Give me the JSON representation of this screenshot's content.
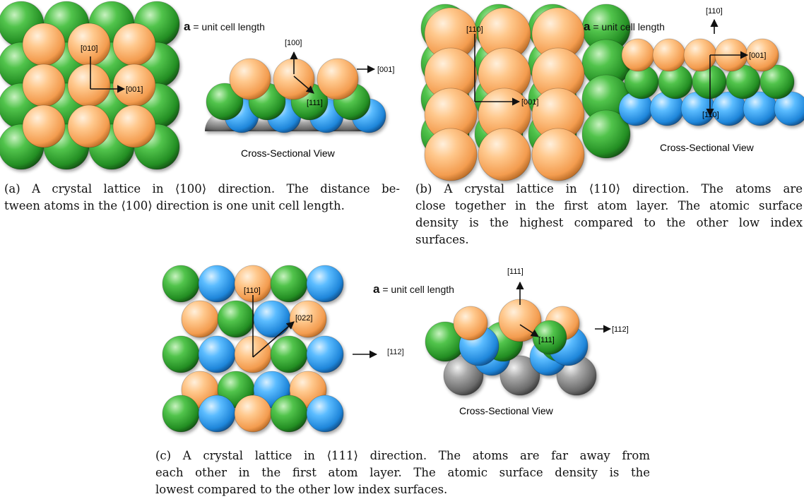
{
  "colors": {
    "orange": "#fbb26f",
    "green": "#2e9c2e",
    "blue": "#2f9be8",
    "gray": "#7d7d7d"
  },
  "panel_a": {
    "a_symbol": "a",
    "unit_text": "= unit cell length",
    "top_labels": [
      "[010]",
      "[001]"
    ],
    "cs_labels": [
      "[100]",
      "[001]",
      "[111]"
    ],
    "cs_111_bar": "1",
    "cs_title": "Cross-Sectional View",
    "caption_lines": [
      "(a)  A crystal lattice in ⟨100⟩ direction.  The distance be-",
      "tween atoms in the ⟨100⟩ direction is one unit cell length."
    ]
  },
  "panel_b": {
    "a_symbol": "a",
    "unit_text": "= unit cell length",
    "top_labels": [
      "[110]",
      "[001]"
    ],
    "cs_labels": [
      "[110]",
      "[001]",
      "[110]"
    ],
    "cs_title": "Cross-Sectional View",
    "caption_lines": [
      "(b)  A crystal lattice in ⟨110⟩ direction.  The atoms are",
      "close together in the first atom layer. The atomic surface",
      "density is the highest compared to the other low index",
      "surfaces."
    ]
  },
  "panel_c": {
    "a_symbol": "a",
    "unit_text": "= unit cell length",
    "top_labels": [
      "[110]",
      "[022]",
      "[112]"
    ],
    "cs_labels": [
      "[111]",
      "[111]",
      "[112]"
    ],
    "cs_title": "Cross-Sectional View",
    "caption_lines": [
      "(c)  A crystal lattice in ⟨111⟩ direction. The atoms are far away from",
      "each other in the first atom layer. The atomic surface density is the",
      "lowest compared to the other low index surfaces."
    ]
  }
}
